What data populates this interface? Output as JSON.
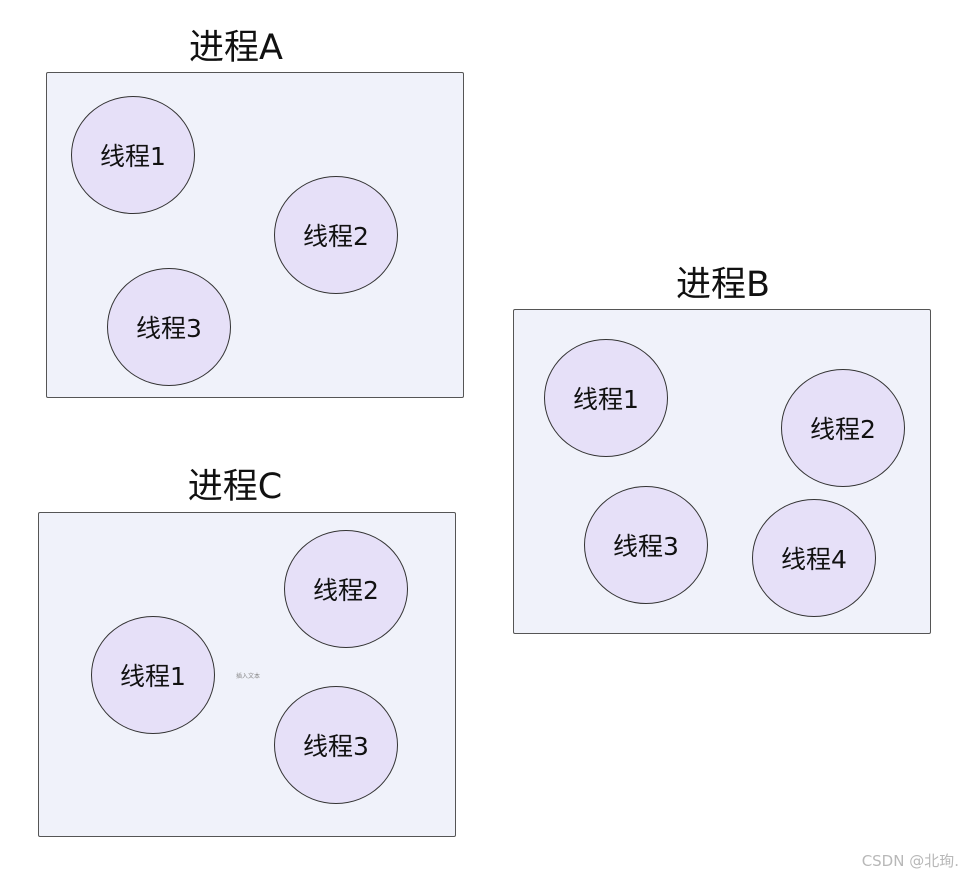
{
  "processes": {
    "a": {
      "title": "进程A",
      "threads": [
        "线程1",
        "线程2",
        "线程3"
      ]
    },
    "b": {
      "title": "进程B",
      "threads": [
        "线程1",
        "线程2",
        "线程3",
        "线程4"
      ]
    },
    "c": {
      "title": "进程C",
      "threads": [
        "线程1",
        "线程2",
        "线程3"
      ],
      "placeholder_text": "插入文本"
    }
  },
  "watermark": "CSDN @北珣.",
  "colors": {
    "process_fill": "#f0f2fa",
    "thread_fill": "#e6e0f8",
    "border": "#333333"
  }
}
